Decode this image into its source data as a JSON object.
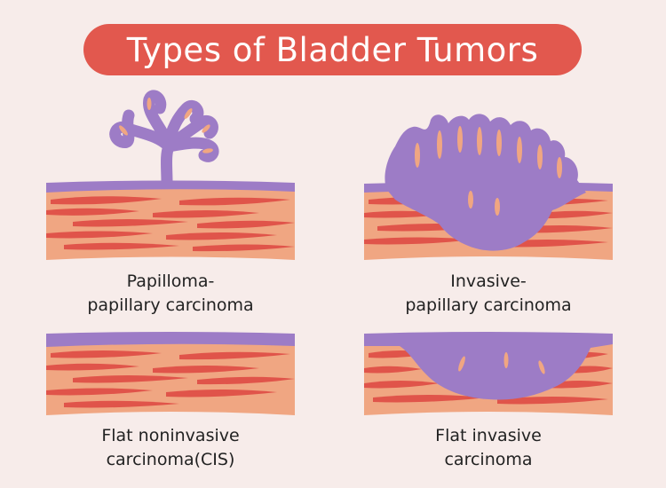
{
  "title": "Types of Bladder Tumors",
  "colors": {
    "title_bg": "#e2584e",
    "background": "#f7ecea",
    "tumor": "#9d7cc6",
    "tissue": "#f0a682",
    "muscle": "#e0544a"
  },
  "panels": [
    {
      "id": "papilloma",
      "caption_lines": [
        "Papilloma-",
        "papillary carcinoma"
      ]
    },
    {
      "id": "invasive-papillary",
      "caption_lines": [
        "Invasive-",
        "papillary carcinoma"
      ]
    },
    {
      "id": "flat-noninvasive",
      "caption_lines": [
        "Flat noninvasive",
        "carcinoma(CIS)"
      ]
    },
    {
      "id": "flat-invasive",
      "caption_lines": [
        "Flat invasive",
        "carcinoma"
      ]
    }
  ]
}
